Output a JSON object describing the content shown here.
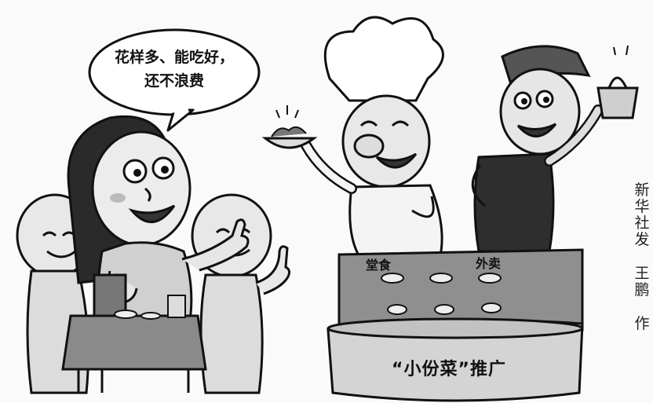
{
  "speech_bubble": {
    "line1": "花样多、能吃好，",
    "line2": "还不浪费"
  },
  "counter": {
    "left_label": "堂食",
    "right_label": "外卖"
  },
  "stage_banner": "“小份菜”推广",
  "credit": {
    "agency": [
      "新",
      "华",
      "社",
      "发"
    ],
    "author": [
      "王",
      "鹏"
    ],
    "suffix": [
      "作"
    ]
  },
  "palette": {
    "ink": "#111111",
    "skin": "#e6e6e6",
    "shade": "#9a9a9a",
    "dark": "#3a3a3a"
  }
}
